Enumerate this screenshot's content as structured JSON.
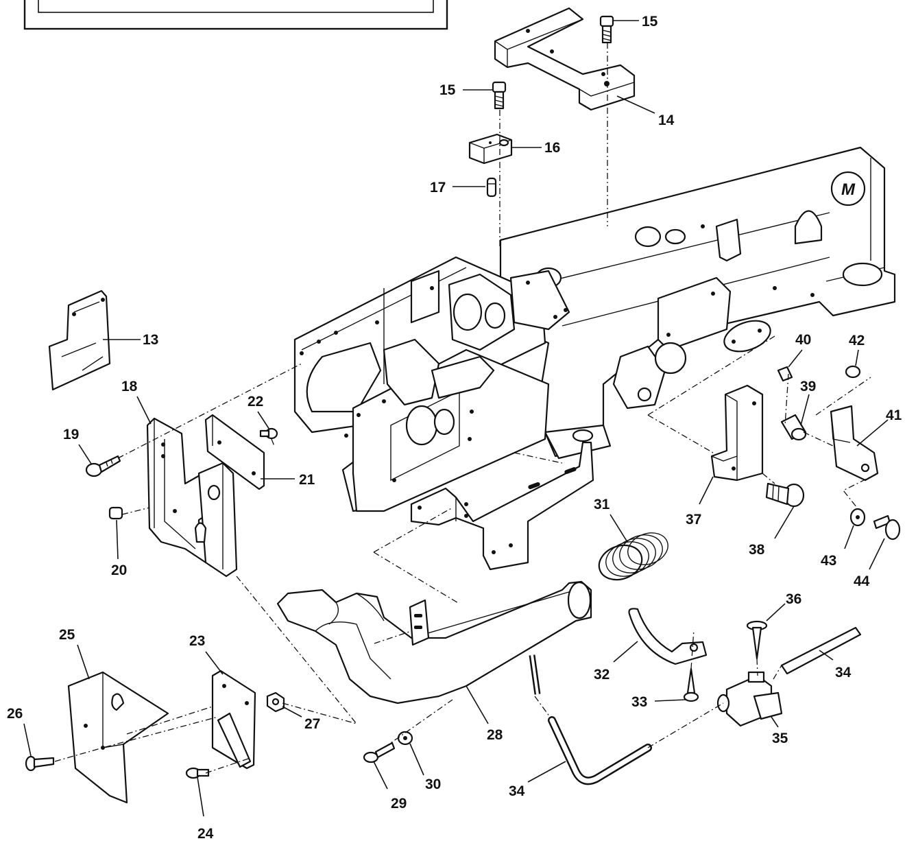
{
  "diagram": {
    "kind": "exploded parts view",
    "callouts": {
      "c13": "13",
      "c14": "14",
      "c15a": "15",
      "c15b": "15",
      "c16": "16",
      "c17": "17",
      "c18": "18",
      "c19": "19",
      "c20": "20",
      "c21": "21",
      "c22": "22",
      "c23": "23",
      "c24": "24",
      "c25": "25",
      "c26": "26",
      "c27": "27",
      "c28": "28",
      "c29": "29",
      "c30": "30",
      "c31": "31",
      "c32": "32",
      "c33": "33",
      "c34a": "34",
      "c34b": "34",
      "c35": "35",
      "c36": "36",
      "c37": "37",
      "c38": "38",
      "c39": "39",
      "c40": "40",
      "c41": "41",
      "c42": "42",
      "c43": "43",
      "c44": "44"
    },
    "emblem": "M"
  }
}
